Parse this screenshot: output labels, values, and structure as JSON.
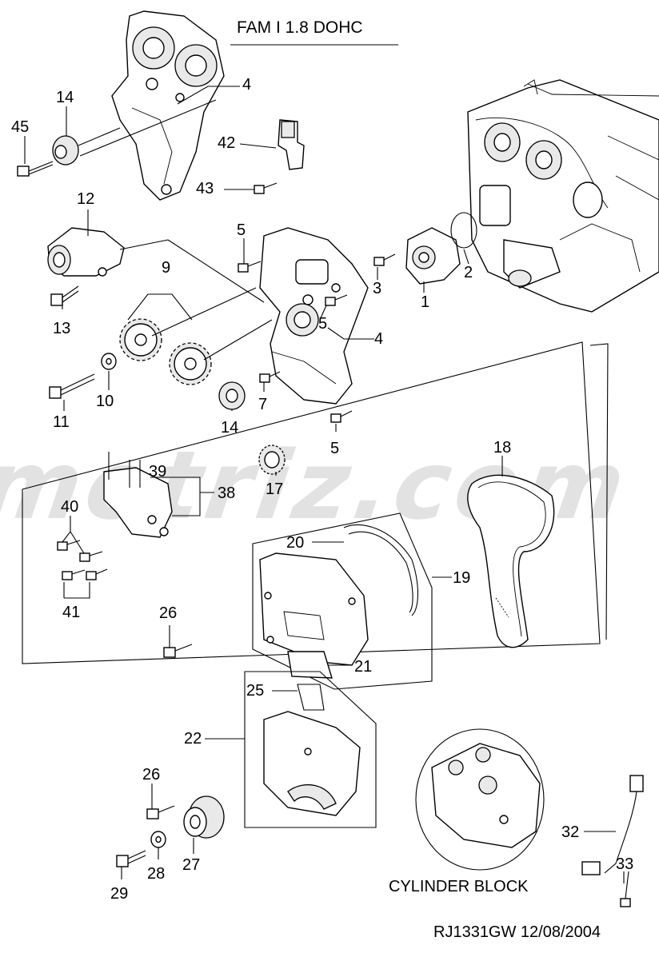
{
  "title": "FAM I  1.8 DOHC",
  "watermark": "imotriz.com",
  "drawing_code": "RJ1331GW  12/08/2004",
  "subassembly_caption": "CYLINDER BLOCK",
  "callouts": {
    "c1": "1",
    "c2": "2",
    "c3": "3",
    "c4a": "4",
    "c4b": "4",
    "c5a": "5",
    "c5b": "5",
    "c5c": "5",
    "c7": "7",
    "c9": "9",
    "c10": "10",
    "c11": "11",
    "c12": "12",
    "c13": "13",
    "c14a": "14",
    "c14b": "14",
    "c17": "17",
    "c18": "18",
    "c19": "19",
    "c20": "20",
    "c21": "21",
    "c22": "22",
    "c25": "25",
    "c26a": "26",
    "c26b": "26",
    "c27": "27",
    "c28": "28",
    "c29": "29",
    "c32": "32",
    "c33": "33",
    "c38": "38",
    "c39": "39",
    "c40": "40",
    "c41": "41",
    "c42": "42",
    "c43": "43",
    "c45": "45"
  },
  "colors": {
    "ink": "#000000",
    "paper": "#ffffff",
    "watermark": "#cfcfcf"
  }
}
